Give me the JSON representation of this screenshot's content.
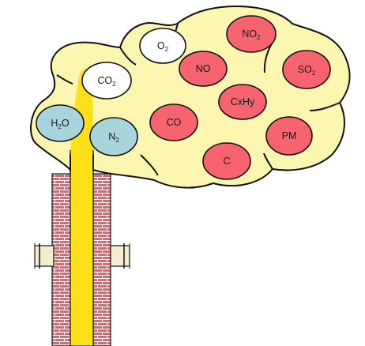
{
  "diagram": {
    "colors": {
      "background": "#ffffff",
      "smoke_fill": "#fdf6b0",
      "smoke_stroke": "#111111",
      "flue_fill": "#fde018",
      "brick_fill": "#e2646f",
      "brick_mortar": "#ffffff",
      "collar_fill": "#f0f0f0",
      "collar_dots": "#f7ea7a"
    },
    "categories": {
      "inert": {
        "fill": "#a8d4db",
        "meaning": "inert"
      },
      "oxygen_carbon_dioxide": {
        "fill": "#ffffff"
      },
      "pollutant": {
        "fill": "#f7636f"
      }
    },
    "gases": [
      {
        "id": "o2",
        "base": "O",
        "sub": "2",
        "category": "oxygen_carbon_dioxide"
      },
      {
        "id": "co2",
        "base": "CO",
        "sub": "2",
        "category": "oxygen_carbon_dioxide"
      },
      {
        "id": "h2o",
        "base": "H",
        "sub": "2",
        "tail": "O",
        "category": "inert"
      },
      {
        "id": "n2",
        "base": "N",
        "sub": "2",
        "category": "inert"
      },
      {
        "id": "no2",
        "base": "NO",
        "sub": "2",
        "category": "pollutant"
      },
      {
        "id": "no",
        "base": "NO",
        "category": "pollutant"
      },
      {
        "id": "so2",
        "base": "SO",
        "sub": "2",
        "category": "pollutant"
      },
      {
        "id": "cxhy",
        "base": "CxHy",
        "category": "pollutant"
      },
      {
        "id": "co",
        "base": "CO",
        "category": "pollutant"
      },
      {
        "id": "pm",
        "base": "PM",
        "category": "pollutant"
      },
      {
        "id": "c",
        "base": "C",
        "category": "pollutant"
      }
    ]
  }
}
